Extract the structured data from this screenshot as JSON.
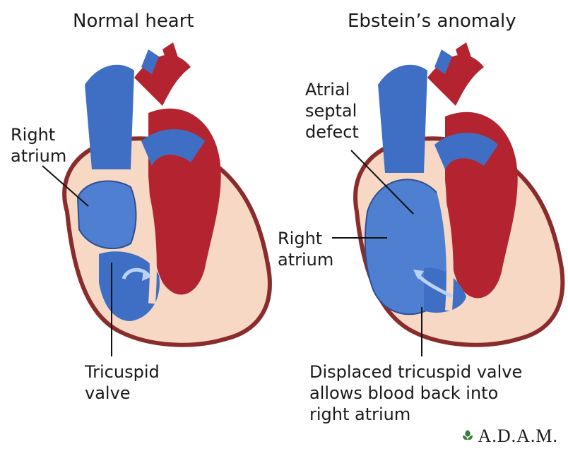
{
  "panels": {
    "left": {
      "title": "Normal heart",
      "labels": {
        "right_atrium": "Right\natrium",
        "tricuspid_valve": "Tricuspid\nvalve"
      }
    },
    "right": {
      "title": "Ebstein’s anomaly",
      "labels": {
        "asd": "Atrial\nseptal\ndefect",
        "right_atrium": "Right\natrium",
        "displaced_valve": "Displaced tricuspid valve\nallows blood back into\nright atrium"
      }
    }
  },
  "brand": {
    "text": "A.D.A.M."
  },
  "colors": {
    "red": "#b32430",
    "blue": "#3f6fc4",
    "blue_light": "#6a97e0",
    "tissue": "#f6d8c4",
    "wall": "#8a2c2c"
  }
}
